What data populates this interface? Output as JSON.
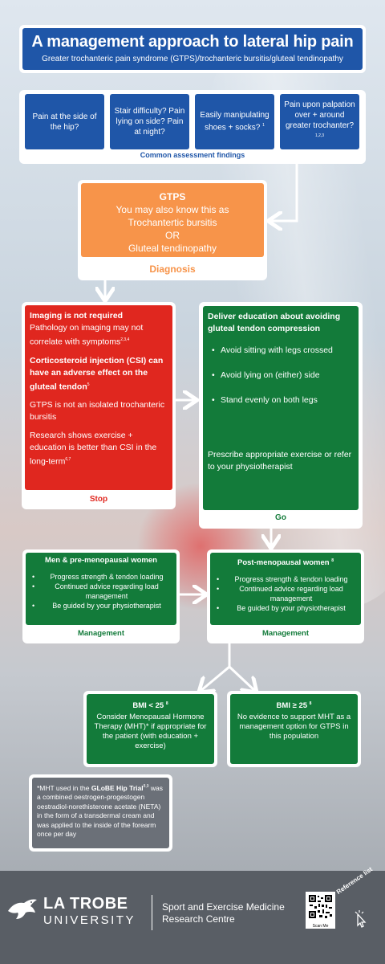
{
  "header": {
    "title": "A management approach to lateral hip pain",
    "subtitle": "Greater trochanteric pain syndrome (GTPS)/trochanteric bursitis/gluteal tendinopathy"
  },
  "assessment": {
    "findings": [
      {
        "text": "Pain at the side of the hip?",
        "sup": ""
      },
      {
        "text": "Stair difficulty? Pain lying on side? Pain at night?",
        "sup": ""
      },
      {
        "text": "Easily manipulating shoes + socks?",
        "sup": "1"
      },
      {
        "text": "Pain upon palpation over + around greater trochanter?",
        "sup": "1,2,3"
      }
    ],
    "label": "Common assessment findings"
  },
  "diagnosis": {
    "title": "GTPS",
    "line1": "You may also know this as",
    "line2": "Trochantertic bursitis",
    "line3": "OR",
    "line4": "Gluteal tendinopathy",
    "label": "Diagnosis"
  },
  "stop": {
    "p1_bold": "Imaging is not required",
    "p1_text": "Pathology on imaging may not correlate with symptoms",
    "p1_sup": "2,3,4",
    "p2_bold": "Corticosteroid injection (CSI) can have an adverse effect on the gluteal tendon",
    "p2_sup": "5",
    "p3": "GTPS is not an isolated trochanteric bursitis",
    "p4": "Research shows exercise + education is better than CSI in the long-term",
    "p4_sup": "6,7",
    "label": "Stop"
  },
  "go": {
    "heading": "Deliver education about avoiding gluteal tendon compression",
    "items": [
      "Avoid sitting with legs crossed",
      "Avoid lying on (either) side",
      "Stand evenly on both legs"
    ],
    "footer": "Prescribe appropriate exercise or refer to your physiotherapist",
    "label": "Go"
  },
  "management_left": {
    "heading": "Men & pre-menopausal women",
    "items": [
      "Progress strength & tendon loading",
      "Continued advice regarding load management",
      "Be guided by your physiotherapist"
    ],
    "label": "Management"
  },
  "management_right": {
    "heading": "Post-menopausal women",
    "sup": "8",
    "items": [
      "Progress strength & tendon loading",
      "Continued advice regarding load management",
      "Be guided by your physiotherapist"
    ],
    "label": "Management"
  },
  "bmi_left": {
    "heading": "BMI < 25",
    "sup": "8",
    "text": "Consider Menopausal Hormone Therapy (MHT)* if appropriate for the patient (with education + exercise)"
  },
  "bmi_right": {
    "heading": "BMI ≥ 25",
    "sup": "8",
    "text": "No evidence to support MHT as a management option for GTPS in this population"
  },
  "mht_note": {
    "prefix": "*MHT used in the ",
    "trial": "GLoBE Hip Trial",
    "sup": "8,9",
    "text": "was a combined oestrogen-progestogen oestradiol-norethisterone acetate (NETA) in the form of a transdermal cream and was applied to the inside of the forearm once per day"
  },
  "footer": {
    "logo_line1": "LA TROBE",
    "logo_line2": "UNIVERSITY",
    "centre_name": "Sport and Exercise Medicine Research Centre",
    "qr_caption": "Scan Me",
    "reference_link": "Reference list"
  },
  "colors": {
    "blue": "#1f56a8",
    "green": "#137b3a",
    "red": "#e0271f",
    "orange": "#f7944a",
    "footer": "#595e65"
  },
  "icons": [
    "la-trobe-bird-icon",
    "qr-code-icon",
    "cursor-click-icon"
  ]
}
